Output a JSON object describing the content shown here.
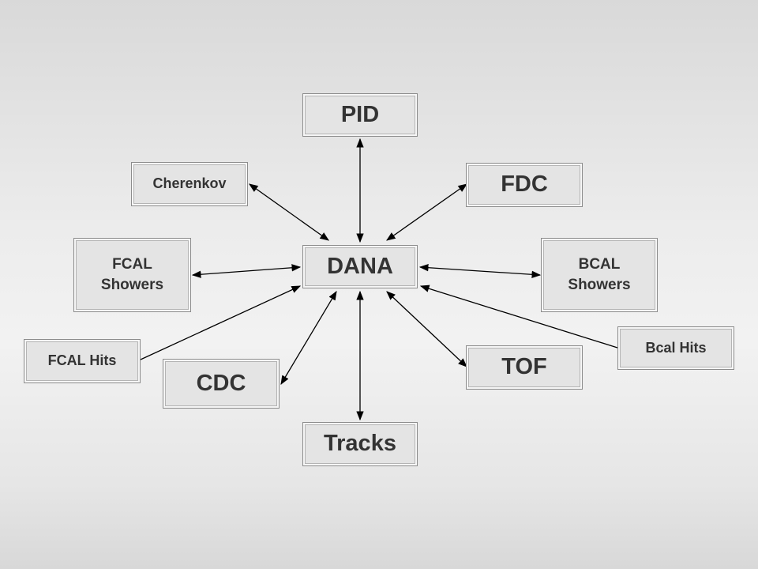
{
  "diagram": {
    "nodes": {
      "pid": "PID",
      "cherenkov": "Cherenkov",
      "fdc": "FDC",
      "fcal_showers": "FCAL\nShowers",
      "dana": "DANA",
      "bcal_showers": "BCAL\nShowers",
      "bcal_hits": "Bcal Hits",
      "fcal_hits": "FCAL Hits",
      "cdc": "CDC",
      "tof": "TOF",
      "tracks": "Tracks"
    },
    "edges": [
      {
        "from": "dana",
        "to": "pid",
        "arrows": "both"
      },
      {
        "from": "dana",
        "to": "cherenkov",
        "arrows": "both"
      },
      {
        "from": "dana",
        "to": "fdc",
        "arrows": "both"
      },
      {
        "from": "dana",
        "to": "fcal_showers",
        "arrows": "both"
      },
      {
        "from": "dana",
        "to": "bcal_showers",
        "arrows": "both"
      },
      {
        "from": "bcal_hits",
        "to": "dana",
        "arrows": "end"
      },
      {
        "from": "fcal_hits",
        "to": "dana",
        "arrows": "end"
      },
      {
        "from": "dana",
        "to": "cdc",
        "arrows": "both"
      },
      {
        "from": "dana",
        "to": "tof",
        "arrows": "both"
      },
      {
        "from": "dana",
        "to": "tracks",
        "arrows": "both"
      }
    ]
  }
}
